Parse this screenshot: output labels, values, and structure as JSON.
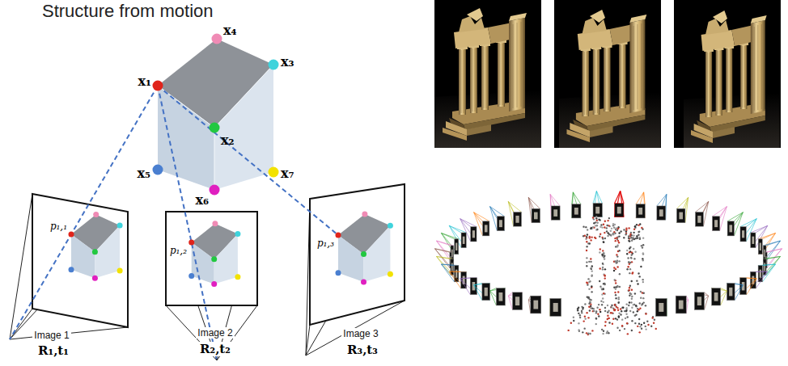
{
  "diagram": {
    "title": "Structure from motion",
    "labels": [
      "x₄",
      "x₁",
      "x₃",
      "x₂",
      "x₅",
      "x₇",
      "x₆",
      "p₁,₁",
      "Image 1",
      "R₁,t₁",
      "p₁,₂",
      "Image 2",
      "R₂,t₂",
      "p₁,₃",
      "Image 3",
      "R₃,t₃"
    ]
  }
}
